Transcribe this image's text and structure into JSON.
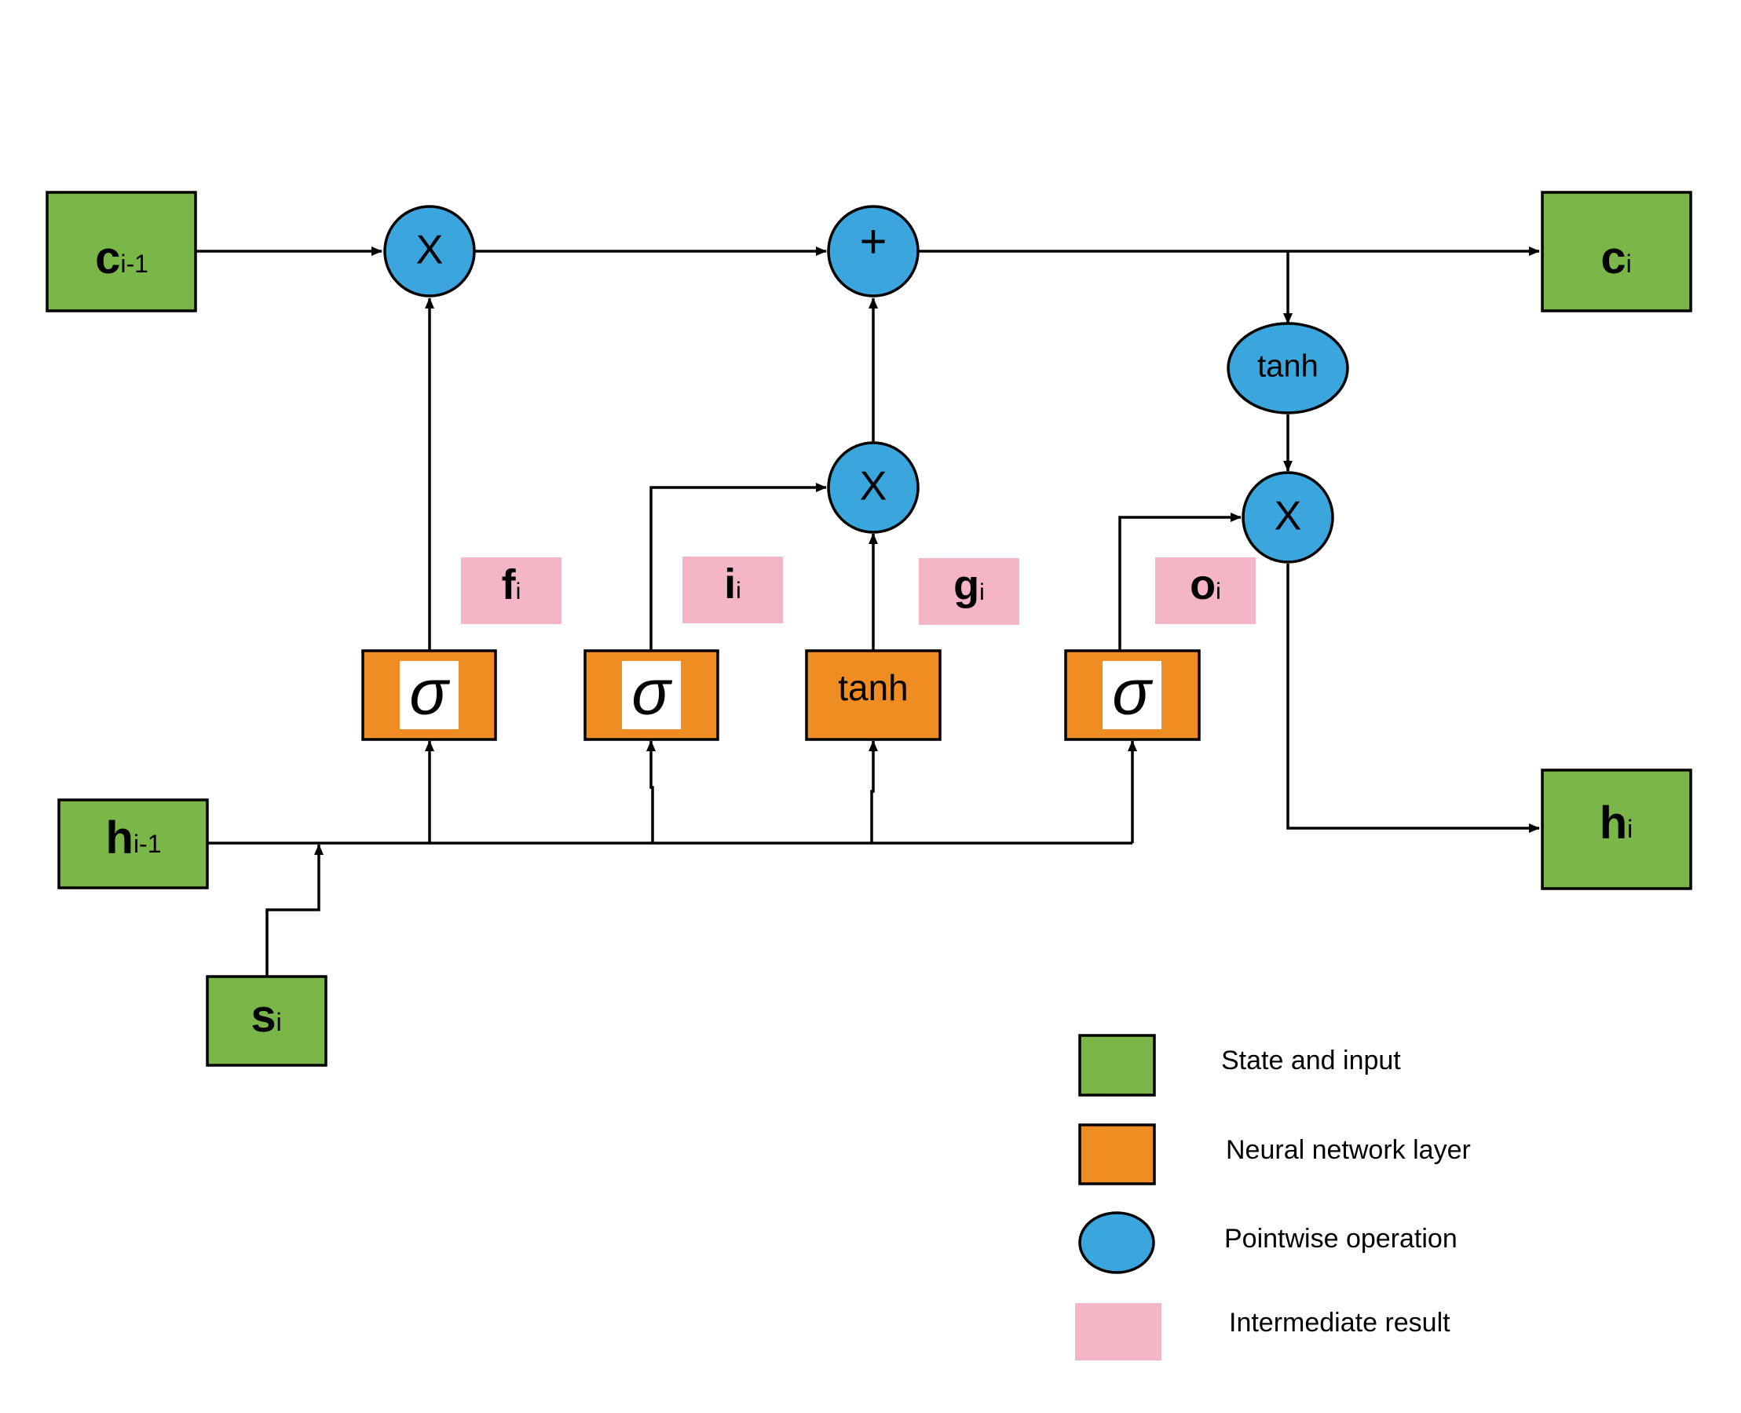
{
  "colors": {
    "state_input": "#7ab648",
    "nn_layer": "#ef8d22",
    "pointwise": "#3aa6dd",
    "intermediate": "#f4b6c7"
  },
  "nodes": {
    "c_prev": {
      "main": "c",
      "sub": "i-1"
    },
    "c_next": {
      "main": "c",
      "sub": "i"
    },
    "h_prev": {
      "main": "h",
      "sub": "i-1"
    },
    "h_next": {
      "main": "h",
      "sub": "i"
    },
    "s_in": {
      "main": "s",
      "sub": "i"
    }
  },
  "operations": {
    "forget_multiply": "X",
    "cell_add": "+",
    "input_multiply": "X",
    "output_multiply": "X",
    "cell_tanh": "tanh"
  },
  "layers": {
    "forget_gate": "σ",
    "input_gate": "σ",
    "candidate": "tanh",
    "output_gate": "σ"
  },
  "intermediates": {
    "f": {
      "main": "f",
      "sub": "i"
    },
    "i": {
      "main": "i",
      "sub": "i"
    },
    "g": {
      "main": "g",
      "sub": "i"
    },
    "o": {
      "main": "o",
      "sub": "i"
    }
  },
  "legend": [
    {
      "label": "State and input",
      "icon": "green-square"
    },
    {
      "label": "Neural network layer",
      "icon": "orange-square"
    },
    {
      "label": "Pointwise operation",
      "icon": "blue-ellipse"
    },
    {
      "label": "Intermediate result",
      "icon": "pink-rectangle"
    }
  ]
}
